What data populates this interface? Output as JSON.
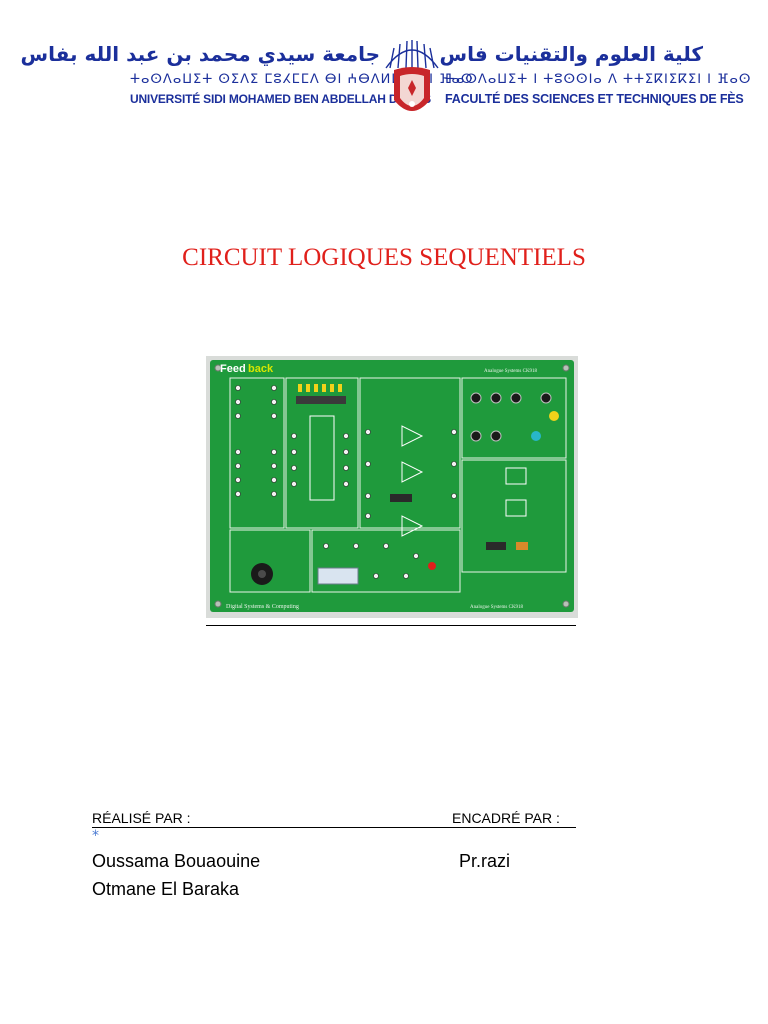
{
  "header": {
    "university_arabic": "جامعة سيدي محمد بن عبد الله بفاس",
    "university_tifinagh": "ⵜⴰⵙⴷⴰⵡⵉⵜ ⵙⵉⴷⵉ ⵎⵓⵃⵎⵎⴷ ⴱⵏ ⵄⴱⴷⵍⵍⴰⵀ ⵏ ⴼⴰⵙ",
    "university_french": "UNIVERSITÉ SIDI MOHAMED BEN ABDELLAH DE FES",
    "faculty_arabic": "كلية العلوم والتقنيات فاس",
    "faculty_tifinagh": "ⵜⴰⵙⴷⴰⵡⵉⵜ ⵏ ⵜⵓⵙⵙⵏⴰ ⴷ ⵜⵜⵉⴽⵏⵉⴽⵉⵏ ⵏ ⴼⴰⵙ",
    "faculty_french": "FACULTÉ DES SCIENCES ET TECHNIQUES DE FÈS"
  },
  "title": "CIRCUIT LOGIQUES SEQUENTIELS",
  "board": {
    "brand_a": "Feed",
    "brand_b": "back",
    "top_label": "Analogue Systems CK918",
    "bottom_left_label": "Digital Systems & Computing",
    "bottom_right_label": "Analogue Systems CK918"
  },
  "credits": {
    "made_by_label": "RÉALISÉ PAR :",
    "supervised_by_label": "ENCADRÉ PAR :",
    "marker": "*",
    "students": [
      "Oussama Bouaouine",
      "Otmane El Baraka"
    ],
    "supervisor": "Pr.razi"
  },
  "colors": {
    "header_blue": "#1b2f9b",
    "title_red": "#e0201b",
    "board_green": "#1f9a3c"
  }
}
